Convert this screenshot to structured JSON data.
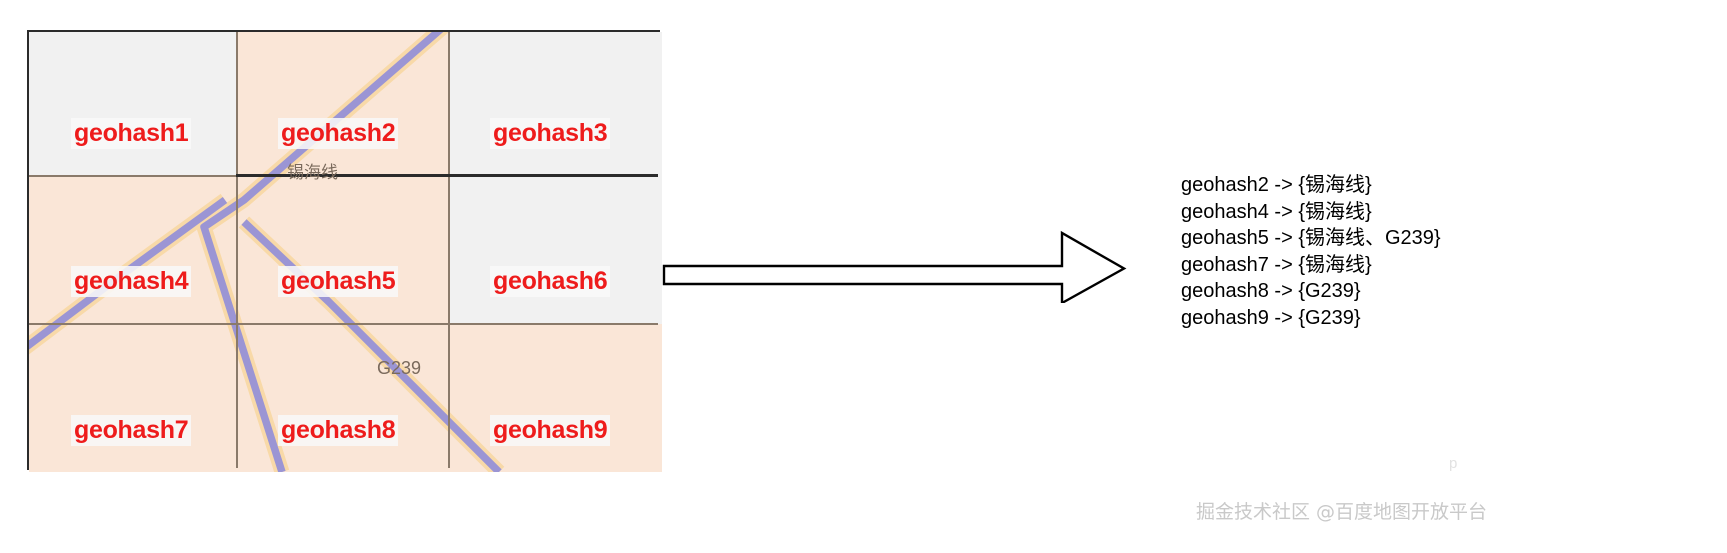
{
  "grid": {
    "rows": [
      [
        {
          "label": "geohash1",
          "fill": "gray",
          "name": "cell-geohash1"
        },
        {
          "label": "geohash2",
          "fill": "peach",
          "name": "cell-geohash2"
        },
        {
          "label": "geohash3",
          "fill": "gray",
          "name": "cell-geohash3"
        }
      ],
      [
        {
          "label": "geohash4",
          "fill": "peach",
          "name": "cell-geohash4"
        },
        {
          "label": "geohash5",
          "fill": "peach",
          "name": "cell-geohash5"
        },
        {
          "label": "geohash6",
          "fill": "gray",
          "name": "cell-geohash6"
        }
      ],
      [
        {
          "label": "geohash7",
          "fill": "peach",
          "name": "cell-geohash7"
        },
        {
          "label": "geohash8",
          "fill": "peach",
          "name": "cell-geohash8"
        },
        {
          "label": "geohash9",
          "fill": "peach",
          "name": "cell-geohash9"
        }
      ]
    ],
    "road_labels": {
      "xihaixian": "锡海线",
      "g239": "G239"
    },
    "colors": {
      "cell_gray": "#f1f1f1",
      "cell_peach": "#fae6d7",
      "label_red": "#ee1c1c",
      "road_core": "#9b95d4",
      "road_casing": "#f8d9a8",
      "grid_border": "#2b2b2b",
      "grid_inner_line": "#8a7a6a"
    }
  },
  "arrow": {
    "icon": "arrow-right-icon",
    "direction": "right"
  },
  "mapping": {
    "lines": [
      "geohash2 -> {锡海线}",
      "geohash4 -> {锡海线}",
      "geohash5 -> {锡海线、G239}",
      "geohash7 -> {锡海线}",
      "geohash8 -> {G239}",
      "geohash9 -> {G239}"
    ]
  },
  "watermark": {
    "text": "掘金技术社区 @百度地图开放平台",
    "map_attribution": "p"
  }
}
